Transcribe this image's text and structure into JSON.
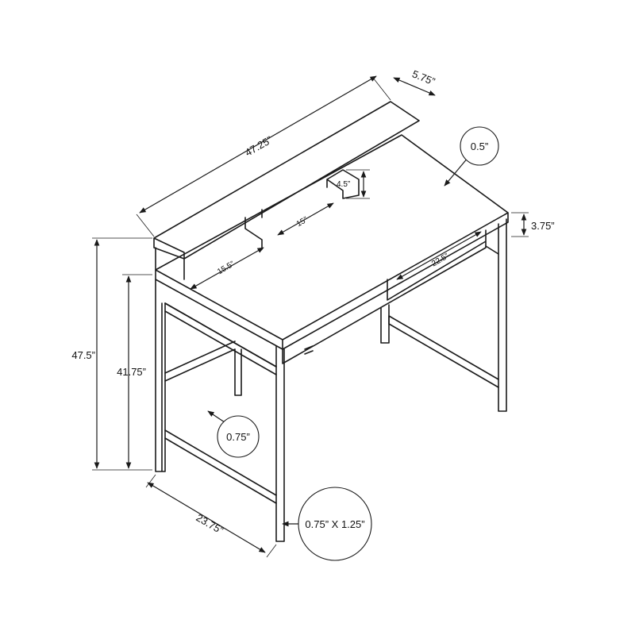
{
  "dimensions": {
    "shelf_width": "47.25”",
    "shelf_depth": "5.75”",
    "top_thickness": "0.5”",
    "riser_height": "4.5”",
    "riser_spacing": "15”",
    "riser_offset": "15.5”",
    "apron_height": "3.75”",
    "drawer_width": "22.5”",
    "total_height": "47.5”",
    "desk_height": "41.75”",
    "bar_thickness": "0.75”",
    "desk_depth": "23.75”",
    "leg_size": "0.75” X 1.25”"
  }
}
